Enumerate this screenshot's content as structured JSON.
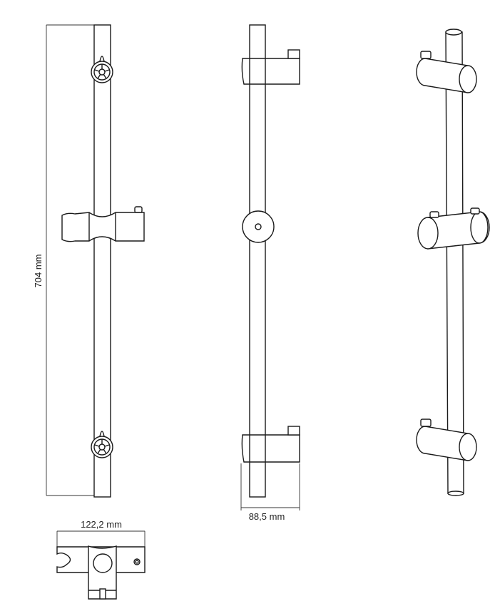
{
  "dimensions": {
    "height": "704 mm",
    "depth": "88,5 mm",
    "width": "122,2 mm"
  },
  "views": [
    "front-view",
    "side-view",
    "perspective-view",
    "bottom-view"
  ]
}
